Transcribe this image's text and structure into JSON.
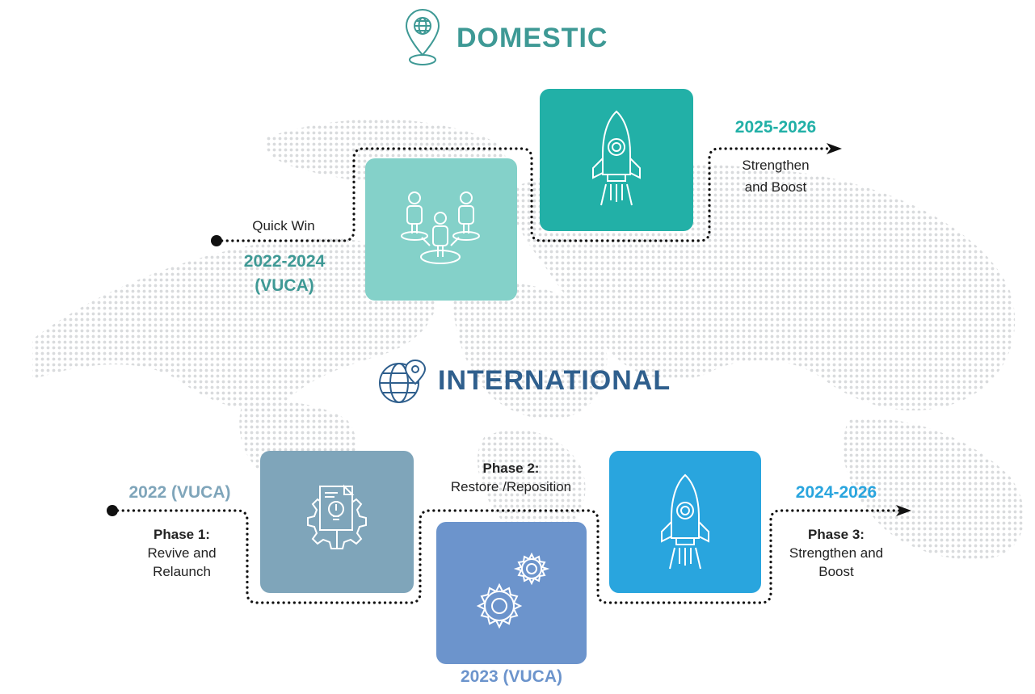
{
  "colors": {
    "teal_dark": "#3e9995",
    "teal": "#22b0a7",
    "teal_light": "#84d1c9",
    "blue_dark": "#2f5f8d",
    "slate": "#7fa5ba",
    "periwinkle": "#6c94cc",
    "sky": "#29a5de",
    "map_dot": "#d9dbdd"
  },
  "domestic": {
    "heading": "DOMESTIC",
    "icon": "globe-pin-icon",
    "start_label": "Quick Win",
    "phase1_years_line1": "2022-2024",
    "phase1_years_line2": "(VUCA)",
    "phase1_icon": "people-network-icon",
    "phase2_icon": "rocket-icon",
    "phase2_years": "2025-2026",
    "phase2_line1": "Strengthen",
    "phase2_line2": "and Boost"
  },
  "international": {
    "heading": "INTERNATIONAL",
    "icon": "globe-location-icon",
    "phase1": {
      "years": "2022 (VUCA)",
      "title": "Phase 1:",
      "line1": "Revive and",
      "line2": "Relaunch",
      "icon": "document-gear-icon"
    },
    "phase2": {
      "years": "2023 (VUCA)",
      "title": "Phase 2:",
      "line1": "Restore /Reposition",
      "icon": "gears-icon"
    },
    "phase3": {
      "years": "2024-2026",
      "title": "Phase 3:",
      "line1": "Strengthen and",
      "line2": "Boost",
      "icon": "rocket-icon"
    }
  }
}
